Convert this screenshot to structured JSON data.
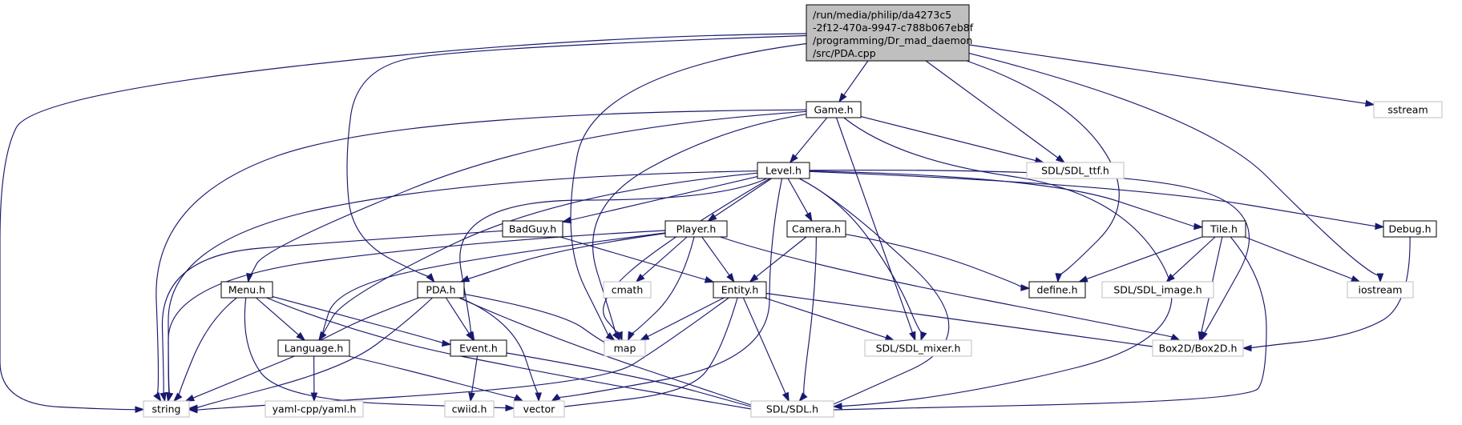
{
  "colors": {
    "edge": "#191970",
    "root_fill": "#bfbfbf",
    "local_border": "#000000",
    "system_border": "#bfbfbf"
  },
  "nodes": {
    "root": {
      "lines": [
        "/run/media/philip/da4273c5",
        "-2f12-470a-9947-c788b067eb8f",
        "/programming/Dr_mad_daemon",
        "/src/PDA.cpp"
      ]
    },
    "game": {
      "label": "Game.h"
    },
    "sstream": {
      "label": "sstream"
    },
    "level": {
      "label": "Level.h"
    },
    "sdl_ttf": {
      "label": "SDL/SDL_ttf.h"
    },
    "badguy": {
      "label": "BadGuy.h"
    },
    "player": {
      "label": "Player.h"
    },
    "camera": {
      "label": "Camera.h"
    },
    "tile": {
      "label": "Tile.h"
    },
    "debug": {
      "label": "Debug.h"
    },
    "menu": {
      "label": "Menu.h"
    },
    "pda": {
      "label": "PDA.h"
    },
    "cmath": {
      "label": "cmath"
    },
    "entity": {
      "label": "Entity.h"
    },
    "define": {
      "label": "define.h"
    },
    "sdl_image": {
      "label": "SDL/SDL_image.h"
    },
    "iostream": {
      "label": "iostream"
    },
    "language": {
      "label": "Language.h"
    },
    "event": {
      "label": "Event.h"
    },
    "map": {
      "label": "map"
    },
    "sdl_mixer": {
      "label": "SDL/SDL_mixer.h"
    },
    "box2d": {
      "label": "Box2D/Box2D.h"
    },
    "string": {
      "label": "string"
    },
    "yaml": {
      "label": "yaml-cpp/yaml.h"
    },
    "cwiid": {
      "label": "cwiid.h"
    },
    "vector": {
      "label": "vector"
    },
    "sdl": {
      "label": "SDL/SDL.h"
    }
  }
}
